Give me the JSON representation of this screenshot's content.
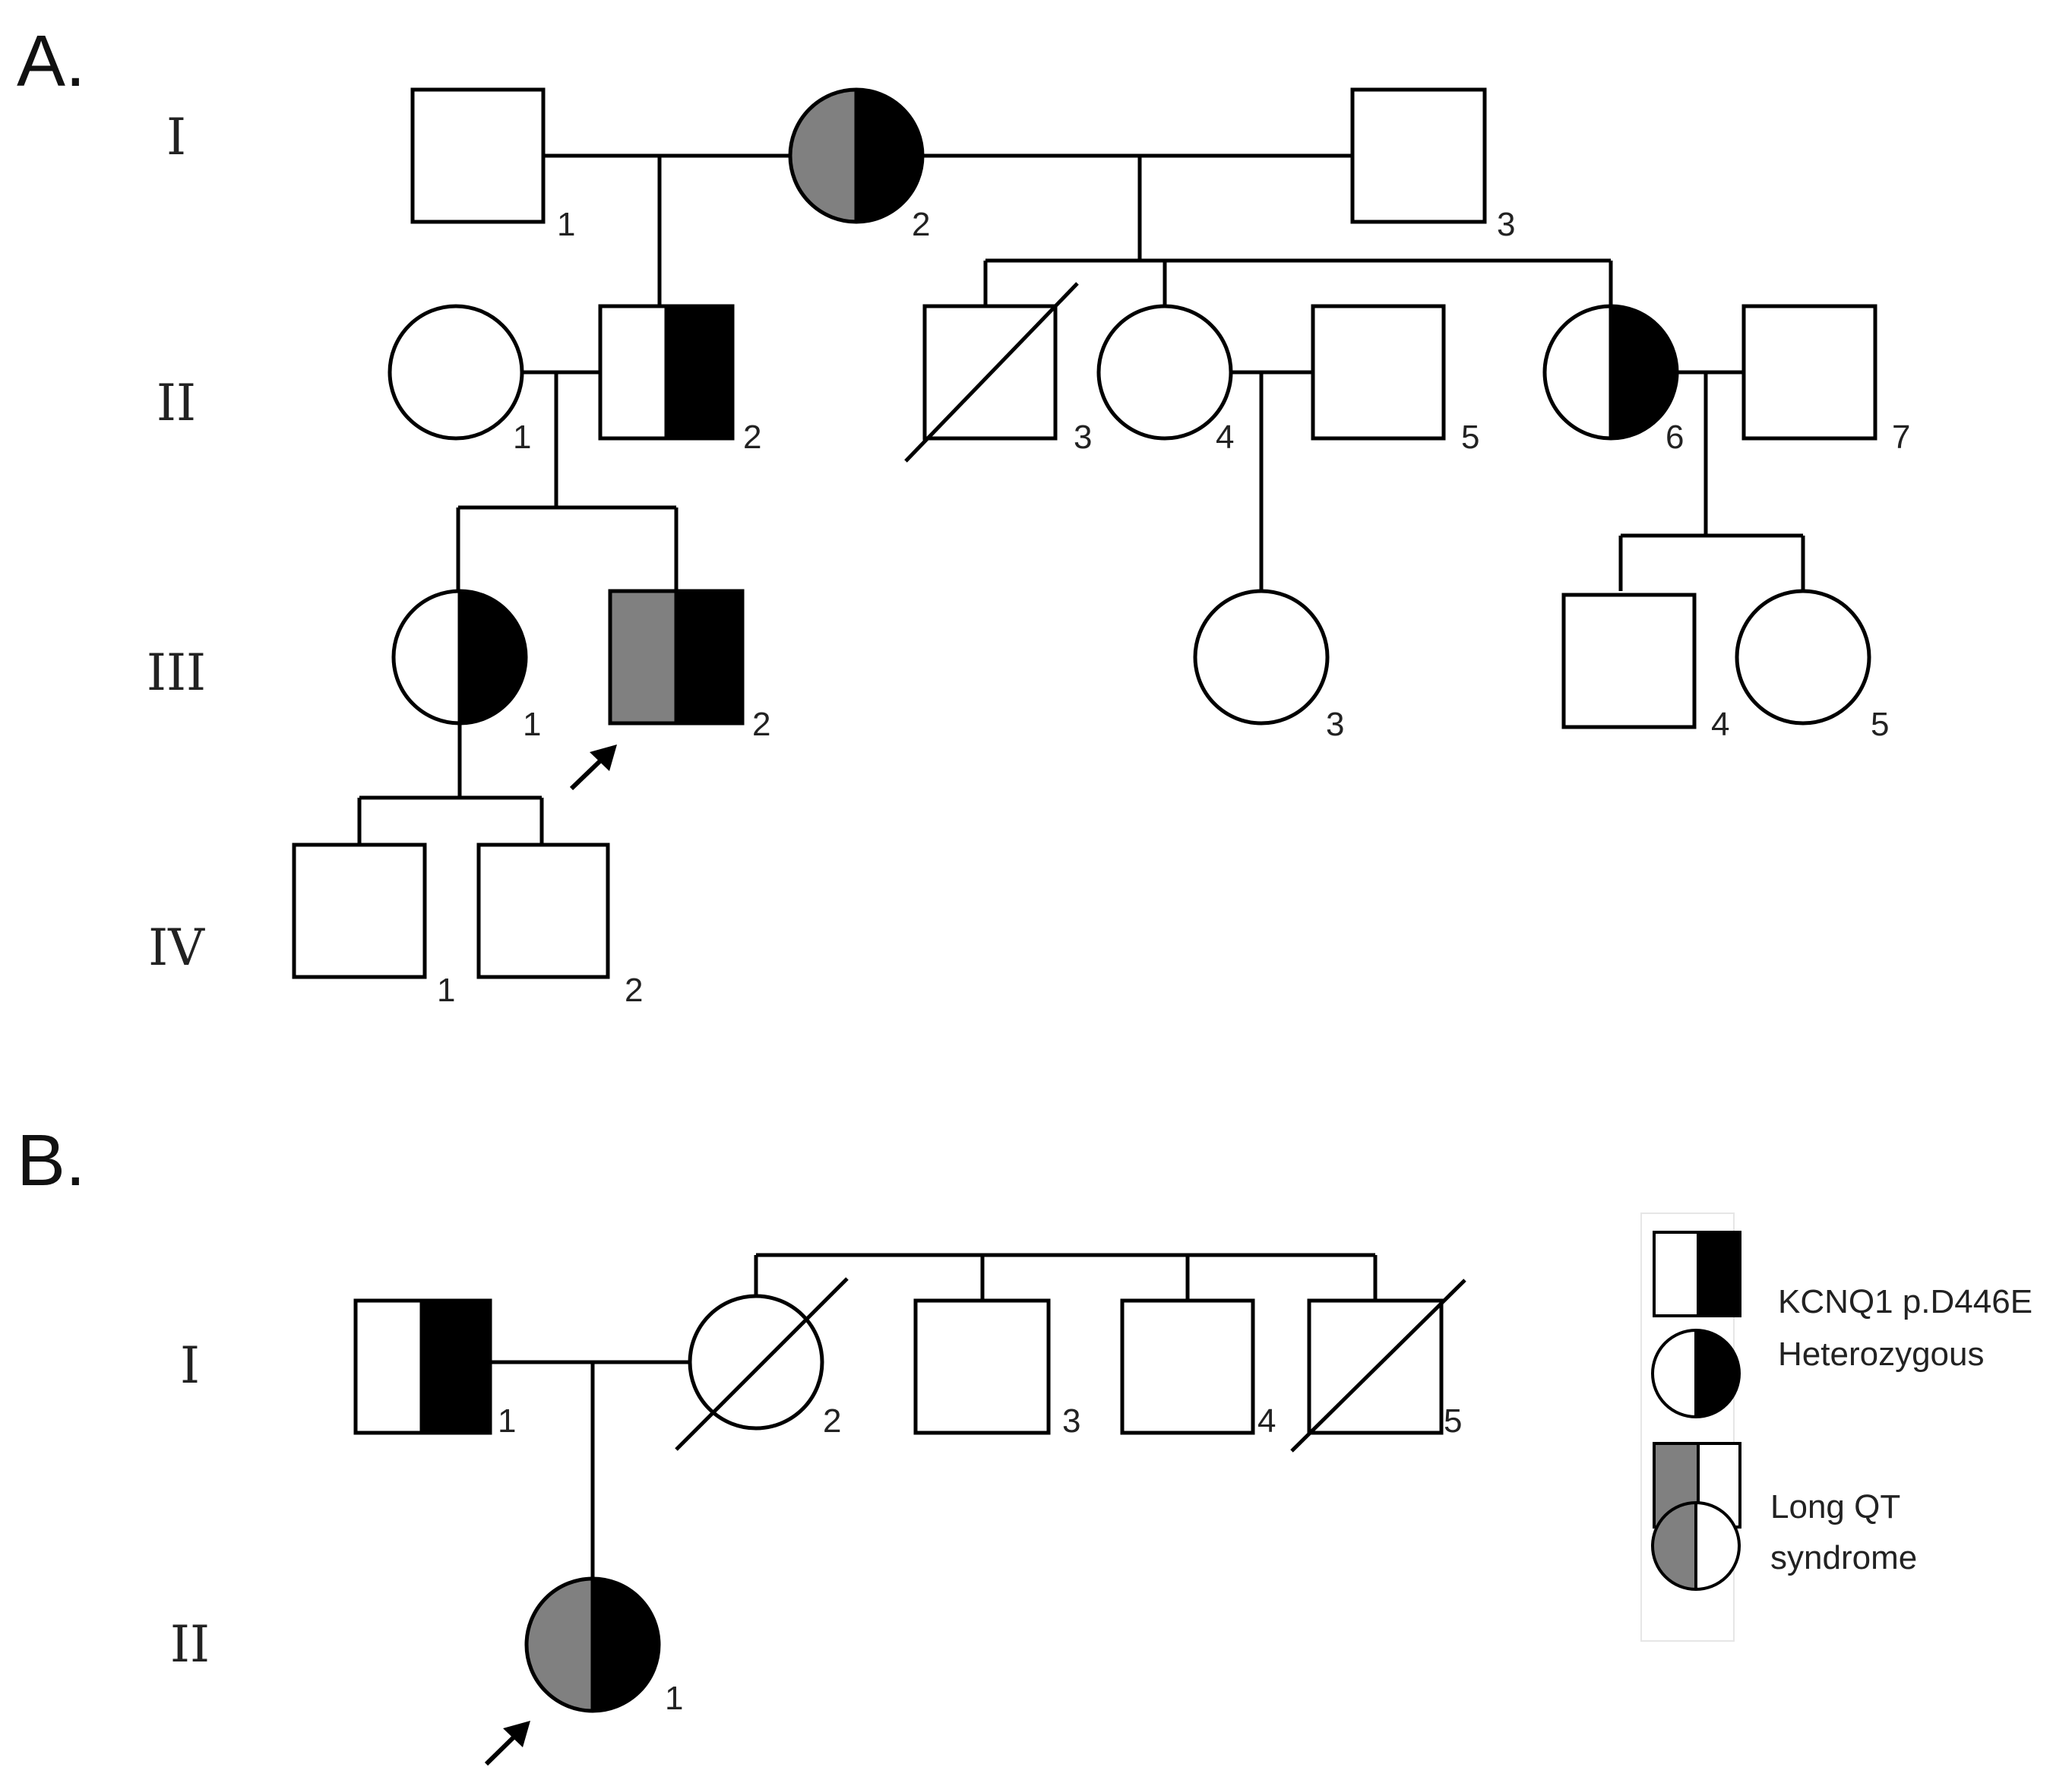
{
  "colors": {
    "affected_carrier": "#000000",
    "phenotype": "#808080",
    "unaffected": "#ffffff",
    "line": "#000000"
  },
  "panels": {
    "a": {
      "label": "A.",
      "generations": {
        "g1": "I",
        "g2": "II",
        "g3": "III",
        "g4": "IV"
      },
      "individuals": {
        "I_1": "1",
        "I_2": "2",
        "I_3": "3",
        "II_1": "1",
        "II_2": "2",
        "II_3": "3",
        "II_4": "4",
        "II_5": "5",
        "II_6": "6",
        "II_7": "7",
        "III_1": "1",
        "III_2": "2",
        "III_3": "3",
        "III_4": "4",
        "III_5": "5",
        "IV_1": "1",
        "IV_2": "2"
      }
    },
    "b": {
      "label": "B.",
      "generations": {
        "g1": "I",
        "g2": "II"
      },
      "individuals": {
        "I_1": "1",
        "I_2": "2",
        "I_3": "3",
        "I_4": "4",
        "I_5": "5",
        "II_1": "1"
      }
    }
  },
  "legend": {
    "carrier_line1": "KCNQ1 p.D446E",
    "carrier_line2": "Heterozygous",
    "phenotype_line1": "Long QT",
    "phenotype_line2": "syndrome"
  }
}
